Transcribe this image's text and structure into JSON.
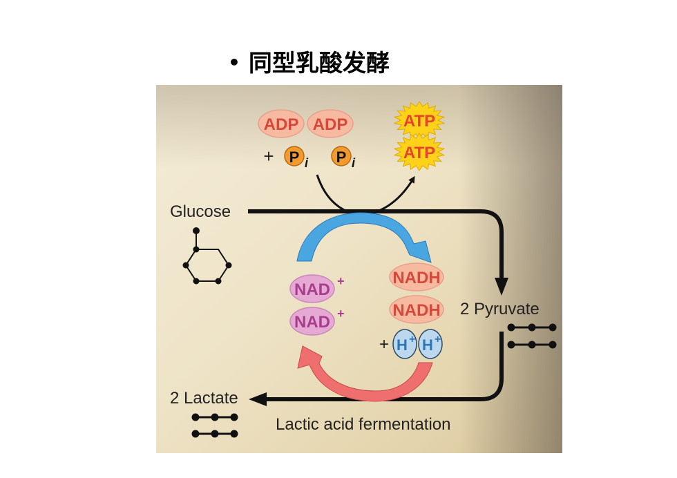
{
  "title": {
    "bullet": "•",
    "text": "同型乳酸发酵"
  },
  "diagram": {
    "inputs": {
      "adp_1": "ADP",
      "adp_2": "ADP",
      "plus": "+",
      "pi_p": "P",
      "pi_sub": "i"
    },
    "outputs": {
      "atp_1": "ATP",
      "atp_2": "ATP"
    },
    "glucose_label": "Glucose",
    "nad_1": "NAD",
    "nad_2": "NAD",
    "nad_charge": "+",
    "nadh_1": "NADH",
    "nadh_2": "NADH",
    "proton_plus": "+",
    "proton_h": "H",
    "proton_charge": "+",
    "pyruvate_label": "2 Pyruvate",
    "lactate_label": "2 Lactate",
    "caption": "Lactic acid fermentation"
  },
  "colors": {
    "adp_fill": "#f7b9a0",
    "adp_text": "#d8483a",
    "pi_fill": "#f29a2e",
    "atp_star": "#ffd21a",
    "atp_text": "#e8432a",
    "nad_fill": "#e5a9d3",
    "nad_text": "#a83d8e",
    "nadh_fill": "#f7b9a0",
    "nadh_text": "#d8483a",
    "proton_fill": "#bcd8ef",
    "proton_text": "#2c77b8",
    "blue_arrow": "#4aa6e0",
    "red_arrow": "#ee6f6d"
  }
}
